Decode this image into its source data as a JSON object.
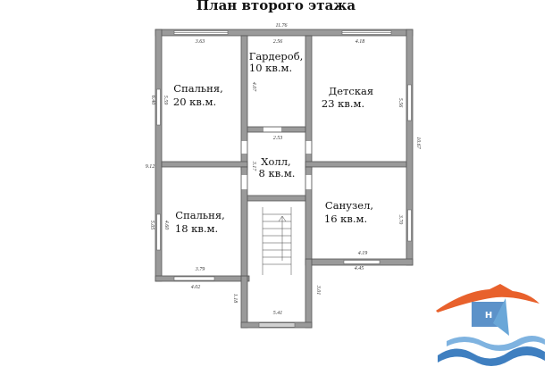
{
  "title": "План второго этажа",
  "rooms": [
    {
      "name": "Гардероб,",
      "area": "10 кв.м."
    },
    {
      "name": "Спальня,",
      "area": "20 кв.м."
    },
    {
      "name": "Детская",
      "area": "23 кв.м."
    },
    {
      "name": "Холл,",
      "area": "8 кв.м."
    },
    {
      "name": "Спальня,",
      "area": "18 кв.м."
    },
    {
      "name": "Санузел,",
      "area": "16 кв.м."
    }
  ],
  "dimensions": [
    "11.76",
    "3.63",
    "2.56",
    "4.18",
    "6.40",
    "5.59",
    "4.07",
    "5.56",
    "10.67",
    "2.53",
    "9.12",
    "3.17",
    "5.05",
    "4.60",
    "3.70",
    "4.19",
    "4.45",
    "3.79",
    "4.02",
    "1.18",
    "3.01",
    "5.41"
  ],
  "colors": {
    "wall": "#9a9a9a",
    "wall_edge": "#555555",
    "logo_orange": "#e8612c",
    "logo_blue": "#3f7fc0"
  }
}
